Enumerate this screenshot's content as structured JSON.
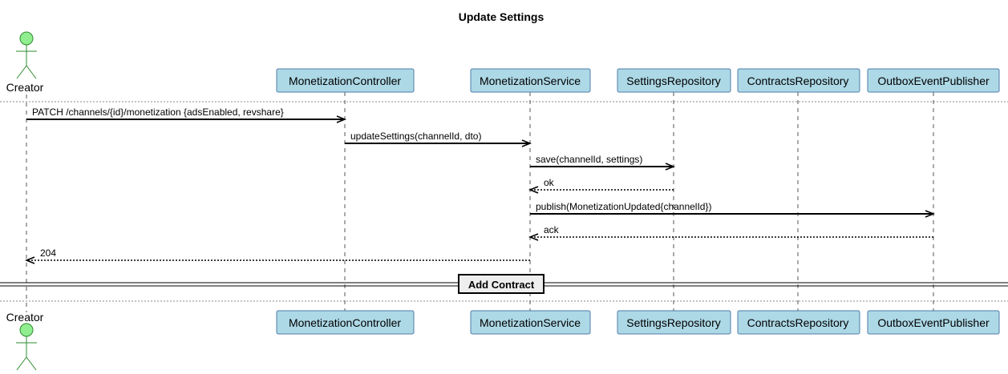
{
  "title": "Update Settings",
  "colors": {
    "participant_fill": "#add8e6",
    "participant_border": "#4f7ca8",
    "actor_fill": "#90ee90",
    "actor_stroke": "#2e8b2e"
  },
  "actor": {
    "label": "Creator",
    "icon": "stick-figure-icon"
  },
  "participants": [
    {
      "id": "controller",
      "label": "MonetizationController"
    },
    {
      "id": "service",
      "label": "MonetizationService"
    },
    {
      "id": "settings_repo",
      "label": "SettingsRepository"
    },
    {
      "id": "contracts_repo",
      "label": "ContractsRepository"
    },
    {
      "id": "publisher",
      "label": "OutboxEventPublisher"
    }
  ],
  "messages": [
    {
      "from": "creator",
      "to": "controller",
      "label": "PATCH /channels/{id}/monetization {adsEnabled, revshare}",
      "style": "sync"
    },
    {
      "from": "controller",
      "to": "service",
      "label": "updateSettings(channelId, dto)",
      "style": "sync"
    },
    {
      "from": "service",
      "to": "settings_repo",
      "label": "save(channelId, settings)",
      "style": "sync"
    },
    {
      "from": "settings_repo",
      "to": "service",
      "label": "ok",
      "style": "return"
    },
    {
      "from": "service",
      "to": "publisher",
      "label": "publish(MonetizationUpdated{channelId})",
      "style": "sync"
    },
    {
      "from": "publisher",
      "to": "service",
      "label": "ack",
      "style": "return"
    },
    {
      "from": "service",
      "to": "creator",
      "label": "204",
      "style": "return"
    }
  ],
  "divider": {
    "label": "Add Contract"
  }
}
